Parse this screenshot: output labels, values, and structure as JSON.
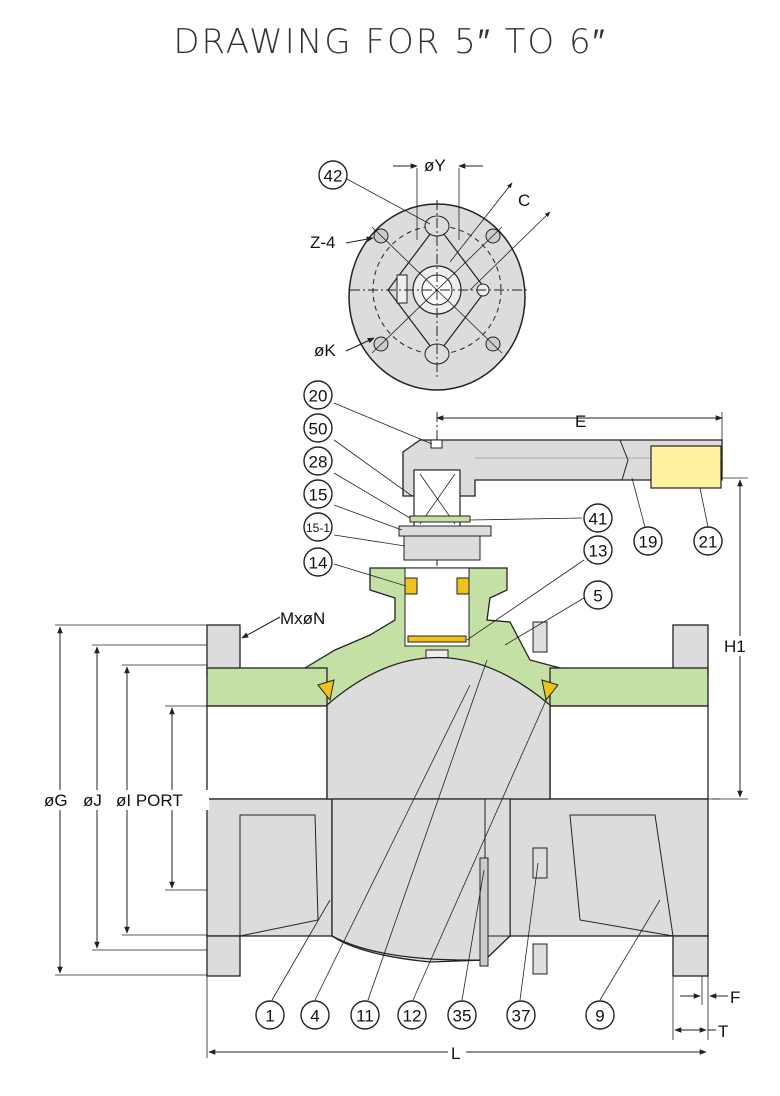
{
  "title": "DRAWING FOR 5″ TO 6″",
  "colors": {
    "body": "#dcdcdc",
    "bonnet_green": "#c5e0a5",
    "seat_orange": "#f0c21c",
    "handle_grip": "#fff2a0",
    "line": "#222222"
  },
  "dimensions": {
    "oY": "øY",
    "C": "C",
    "Z4": "Z-4",
    "oK": "øK",
    "E": "E",
    "MxN": "MxøN",
    "H1": "H1",
    "oG": "øG",
    "oJ": "øJ",
    "oI": "øI PORT",
    "F": "F",
    "T": "T",
    "L": "L"
  },
  "callouts": [
    "42",
    "20",
    "50",
    "28",
    "15",
    "15-1",
    "14",
    "41",
    "13",
    "5",
    "19",
    "21",
    "1",
    "4",
    "11",
    "12",
    "35",
    "37",
    "9"
  ]
}
